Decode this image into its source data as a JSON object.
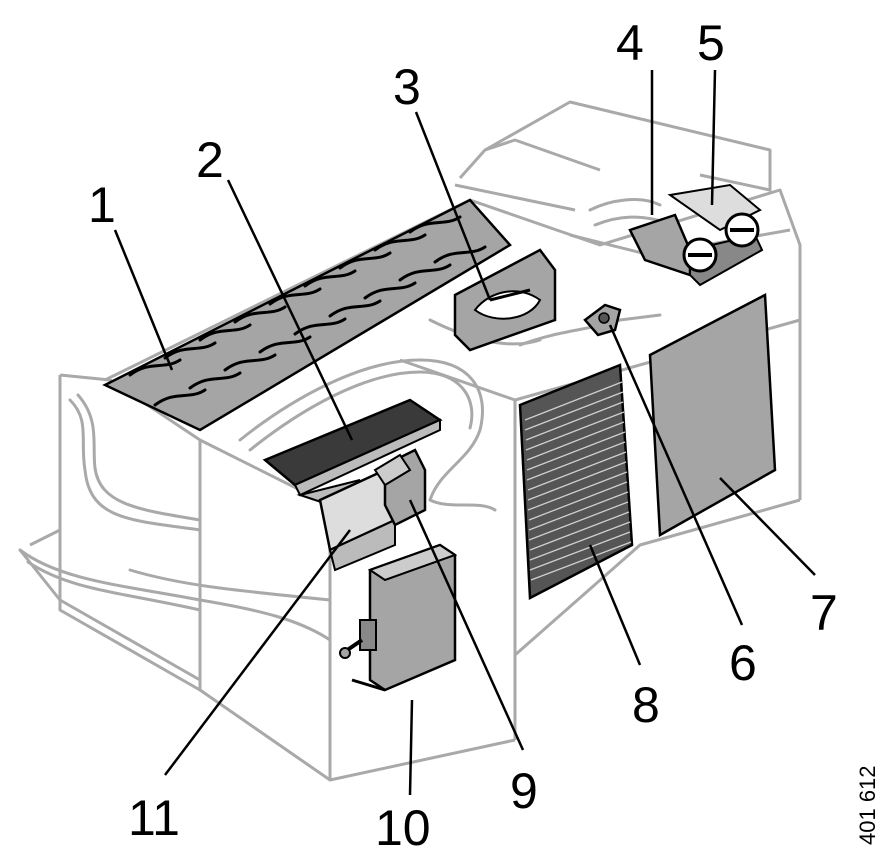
{
  "diagram": {
    "callouts": [
      {
        "id": "1",
        "label": "1"
      },
      {
        "id": "2",
        "label": "2"
      },
      {
        "id": "3",
        "label": "3"
      },
      {
        "id": "4",
        "label": "4"
      },
      {
        "id": "5",
        "label": "5"
      },
      {
        "id": "6",
        "label": "6"
      },
      {
        "id": "7",
        "label": "7"
      },
      {
        "id": "8",
        "label": "8"
      },
      {
        "id": "9",
        "label": "9"
      },
      {
        "id": "10",
        "label": "10"
      },
      {
        "id": "11",
        "label": "11"
      }
    ],
    "reference_code": "401 612",
    "colors": {
      "line": "#000000",
      "outline_gray": "#a9a9a9",
      "fill_gray": "#a5a5a5",
      "dark_gray": "#555555",
      "background": "#ffffff"
    }
  }
}
